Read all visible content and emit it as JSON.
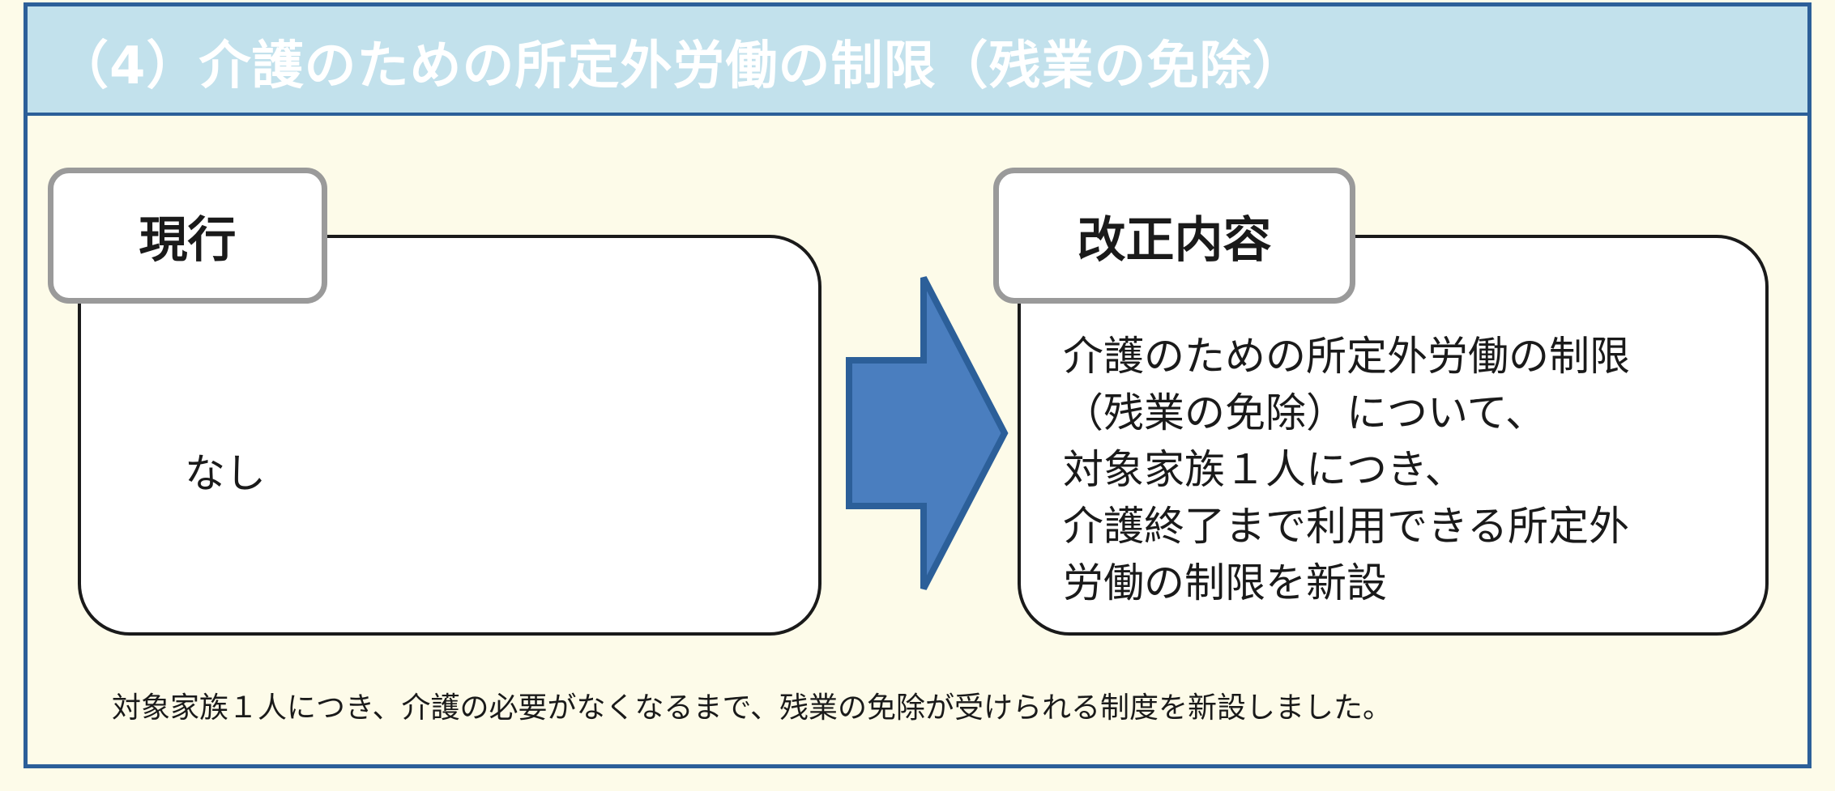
{
  "header": {
    "title": "（4）介護のための所定外労働の制限（残業の免除）"
  },
  "current": {
    "tab_label": "現行",
    "content": "なし"
  },
  "revised": {
    "tab_label": "改正内容",
    "lines": [
      "介護のための所定外労働の制限",
      "（残業の免除）について、",
      "対象家族１人につき、",
      "介護終了まで利用できる所定外",
      "労働の制限を新設"
    ]
  },
  "arrow": {
    "icon": "right-arrow-icon",
    "fill_color": "#4a7ebf",
    "stroke_color": "#2c5f99"
  },
  "footnote": "対象家族１人につき、介護の必要がなくなるまで、残業の免除が受けられる制度を新設しました。",
  "colors": {
    "frame_border": "#2c5f99",
    "header_bg": "#c2e1ec",
    "page_bg": "#fdfbe9",
    "tab_border": "#9a9a9a"
  }
}
